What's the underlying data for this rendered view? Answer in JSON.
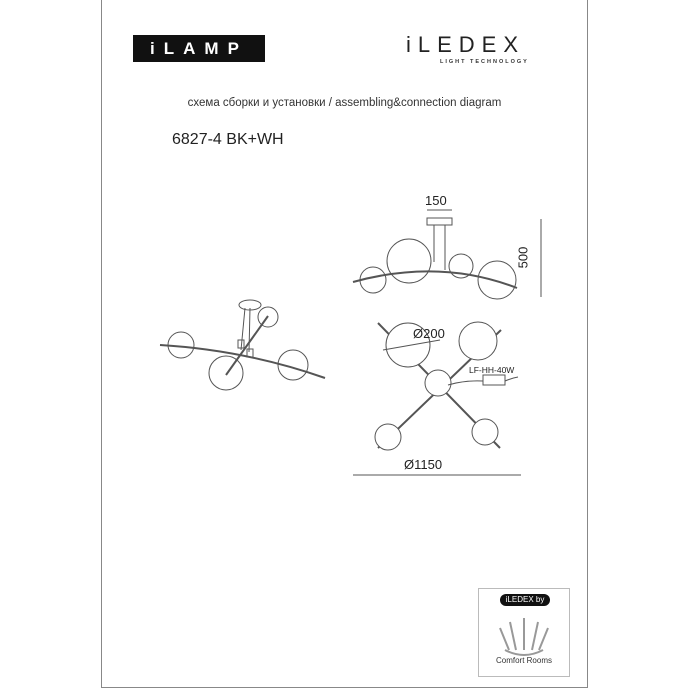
{
  "logos": {
    "ilamp": "iLAMP",
    "iledex": "iLEDEX",
    "iledex_tagline": "LIGHT TECHNOLOGY"
  },
  "caption": "схема сборки и установки / assembling&connection diagram",
  "model": "6827-4 BK+WH",
  "dimensions": {
    "width": "150",
    "height": "500",
    "shade_diameter": "Ø200",
    "total_diameter": "Ø1150",
    "driver": "LF-HH-40W"
  },
  "brand_box": {
    "pill": "iLEDEX by",
    "name": "Comfort Rooms"
  }
}
